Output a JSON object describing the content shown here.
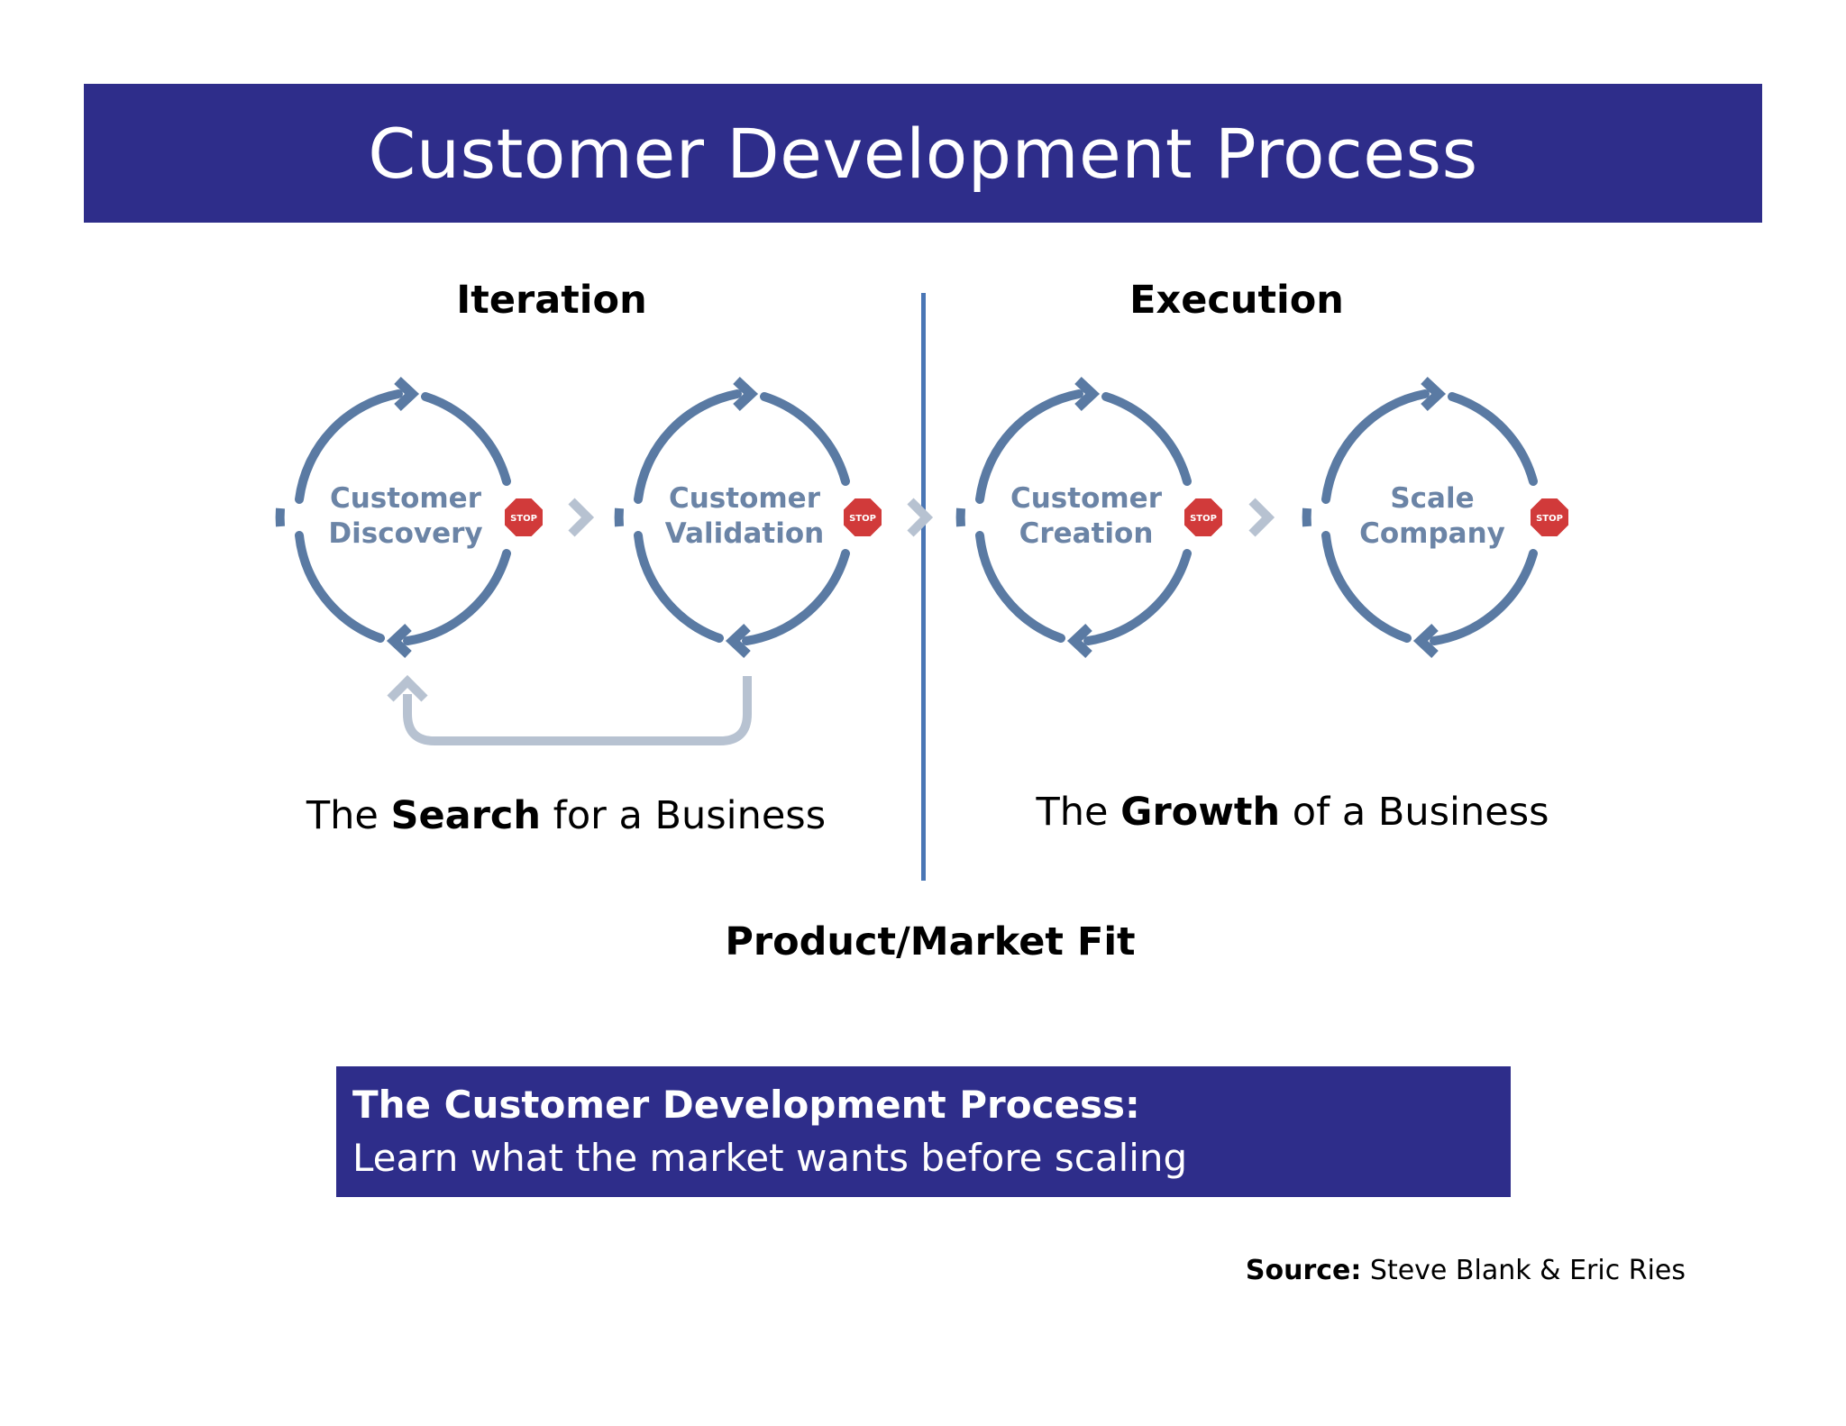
{
  "title": "Customer Development Process",
  "sections": {
    "left_heading": "Iteration",
    "right_heading": "Execution"
  },
  "cycles": [
    {
      "line1": "Customer",
      "line2": "Discovery"
    },
    {
      "line1": "Customer",
      "line2": "Validation"
    },
    {
      "line1": "Customer",
      "line2": "Creation"
    },
    {
      "line1": "Scale",
      "line2": "Company"
    }
  ],
  "stop_sign_text": "STOP",
  "taglines": {
    "left": {
      "prefix": "The ",
      "bold": "Search",
      "suffix": " for a Business"
    },
    "right": {
      "prefix": "The ",
      "bold": "Growth",
      "suffix": " of a Business"
    }
  },
  "milestone": "Product/Market Fit",
  "summary": {
    "heading": "The Customer Development Process:",
    "text": "Learn what the market wants before scaling"
  },
  "source": {
    "label": "Source:",
    "text": " Steve Blank & Eric Ries"
  },
  "colors": {
    "banner": "#2e2d8a",
    "cycle": "#5a7aa3",
    "arrow": "#b7c2d1",
    "stop": "#d13a3a",
    "divider": "#4a76b5"
  }
}
